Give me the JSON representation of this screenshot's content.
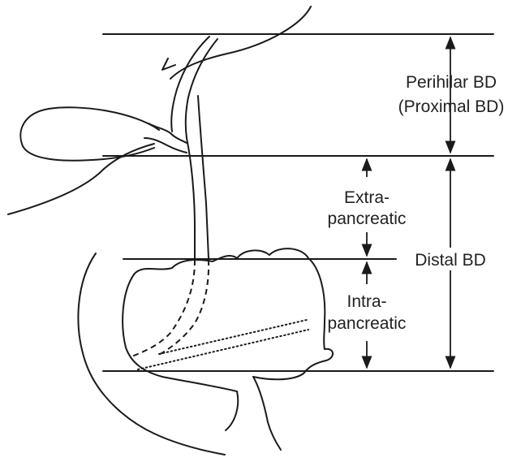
{
  "labels": {
    "perihilar_line1": "Perihilar BD",
    "perihilar_line2": "(Proximal BD)",
    "extra_line1": "Extra-",
    "extra_line2": "pancreatic",
    "distal": "Distal BD",
    "intra_line1": "Intra-",
    "intra_line2": "pancreatic"
  },
  "colors": {
    "line": "#1a1a1a",
    "text": "#222222",
    "background": "#ffffff"
  }
}
